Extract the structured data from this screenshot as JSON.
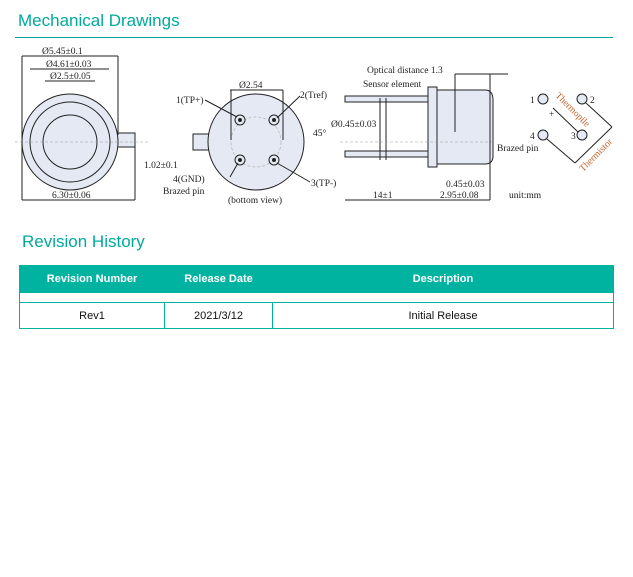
{
  "mechanical": {
    "title": "Mechanical Drawings",
    "top": {
      "d1": "Ø5.45±0.1",
      "d2": "Ø4.61±0.03",
      "d3": "Ø2.5±0.05",
      "tab": "1.02±0.1",
      "width": "6.30±0.06"
    },
    "bottom": {
      "pitch": "Ø2.54",
      "p1": "1(TP+)",
      "p2": "2(Tref)",
      "p3": "3(TP-)",
      "p4": "4(GND)",
      "brazed": "Brazed pin",
      "angle": "45°",
      "view": "(bottom view)"
    },
    "side": {
      "optical": "Optical distance 1.3",
      "sensor": "Sensor element",
      "pin_d": "Ø0.45±0.03",
      "lead": "14±1",
      "flange": "0.45±0.03",
      "height": "2.95±0.08",
      "unit": "unit:mm"
    },
    "schematic": {
      "n1": "1",
      "n2": "2",
      "n3": "3",
      "n4": "4",
      "thermopile": "Thermopile",
      "thermistor": "Thermistor",
      "brazed": "Brazed pin",
      "plus": "+"
    }
  },
  "revision": {
    "title": "Revision History",
    "headers": [
      "Revision Number",
      "Release Date",
      "Description"
    ],
    "rows": [
      [
        "Rev1",
        "2021/3/12",
        "Initial Release"
      ]
    ]
  }
}
